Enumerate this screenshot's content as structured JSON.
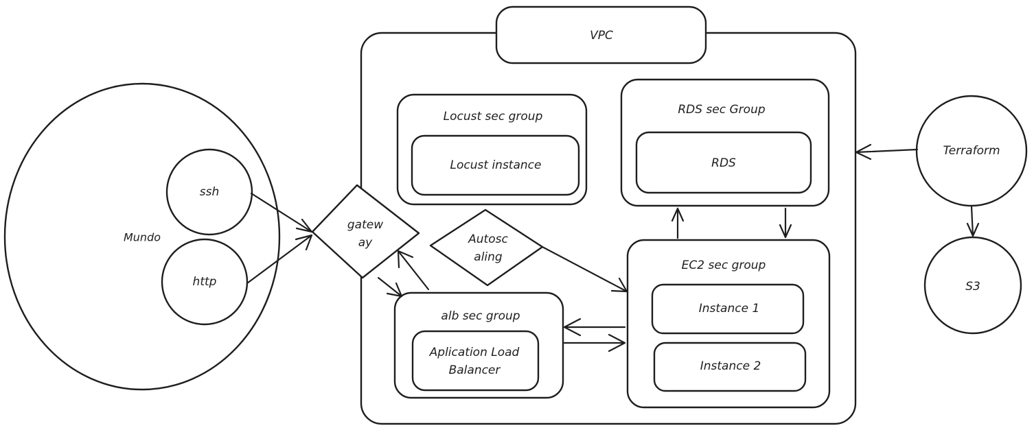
{
  "nodes": {
    "vpc": "VPC",
    "mundo": "Mundo",
    "ssh": "ssh",
    "http": "http",
    "gateway_line1": "gatew",
    "gateway_line2": "ay",
    "locust_sec_group": "Locust sec group",
    "locust_instance": "Locust instance",
    "rds_sec_group": "RDS sec Group",
    "rds": "RDS",
    "autoscaling_line1": "Autosc",
    "autoscaling_line2": "aling",
    "alb_sec_group": "alb sec group",
    "alb_line1": "Aplication Load",
    "alb_line2": "Balancer",
    "ec2_sec_group": "EC2 sec group",
    "instance1": "Instance 1",
    "instance2": "Instance 2",
    "terraform": "Terraform",
    "s3": "S3"
  },
  "colors": {
    "stroke": "#1e1e1e",
    "background": "#ffffff"
  }
}
